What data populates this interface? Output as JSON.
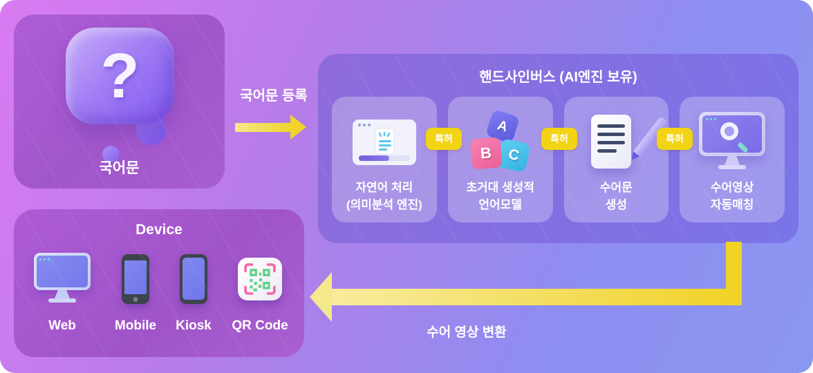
{
  "colors": {
    "background_from": "#da7bf2",
    "background_to": "#8a97f0",
    "box_purple": "#a85ad0",
    "panel_purple": "#8270e3",
    "card_overlay": "rgba(255,255,255,0.27)",
    "arrow_yellow": "#f1d226",
    "badge_yellow": "#f2d414",
    "qr_green": "#5ed184",
    "qr_pink": "#f868a4"
  },
  "input_box": {
    "icon": "question-mark-bubble-icon",
    "icon_glyph": "?",
    "label": "국어문"
  },
  "top_arrow": {
    "label": "국어문 등록"
  },
  "panel": {
    "title": "핸드사인버스 (AI엔진 보유)",
    "patent_badge": "특허",
    "cards": [
      {
        "icon": "browser-document-icon",
        "label_line1": "자연어 처리",
        "label_line2": "(의미분석 엔진)"
      },
      {
        "icon": "abc-blocks-icon",
        "label_line1": "초거대 생성적",
        "label_line2": "언어모델",
        "blocks": {
          "a": "A",
          "b": "B",
          "c": "C"
        }
      },
      {
        "icon": "document-pencil-icon",
        "label_line1": "수어문",
        "label_line2": "생성"
      },
      {
        "icon": "monitor-search-icon",
        "label_line1": "수어영상",
        "label_line2": "자동매칭"
      }
    ]
  },
  "device_box": {
    "title": "Device",
    "devices": [
      {
        "icon": "web-monitor-icon",
        "label": "Web"
      },
      {
        "icon": "mobile-phone-icon",
        "label": "Mobile"
      },
      {
        "icon": "kiosk-icon",
        "label": "Kiosk"
      },
      {
        "icon": "qr-code-icon",
        "label": "QR Code"
      }
    ]
  },
  "bottom_arrow": {
    "label": "수어 영상 변환"
  }
}
